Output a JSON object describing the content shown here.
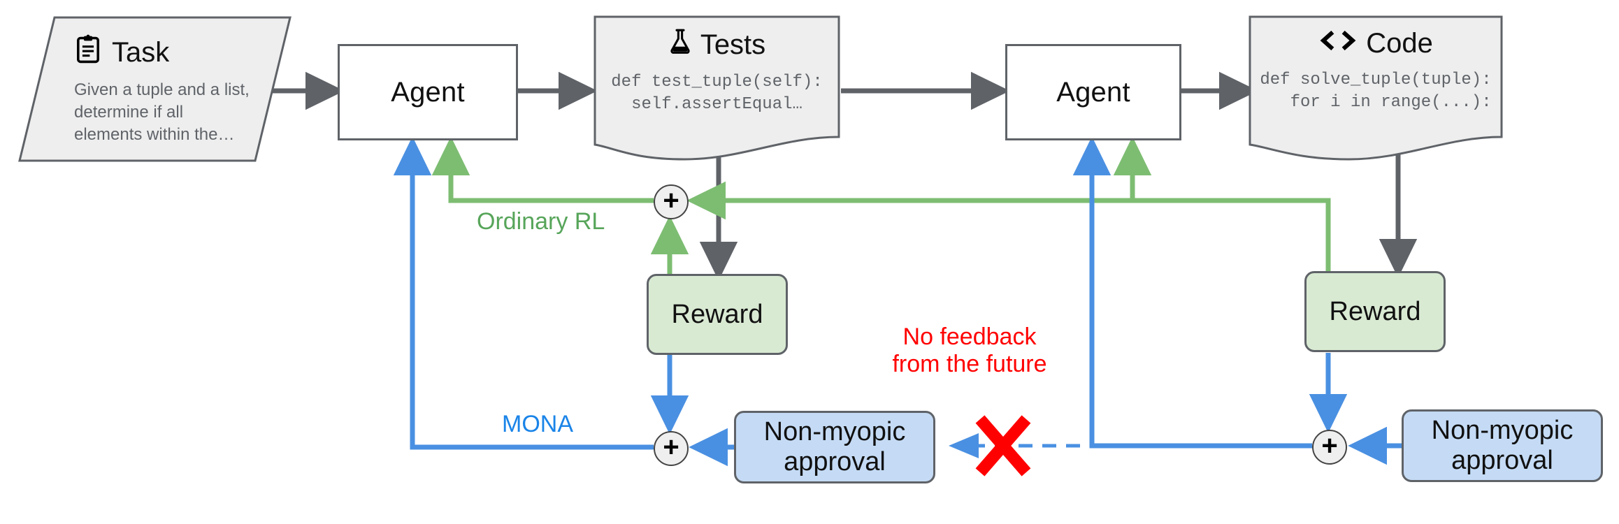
{
  "diagram": {
    "title": "MONA vs Ordinary RL reward flow",
    "colors": {
      "green": "#6aa84f",
      "green_light": "#7dbd72",
      "blue": "#4a90e2",
      "red": "#ff0000",
      "gray_arrow": "#5f6368",
      "node_border": "#5f6368",
      "doc_fill": "#eeeeee",
      "reward_fill": "#d9ead3",
      "approval_fill": "#c5dbf5",
      "agent_fill": "#ffffff",
      "junction_fill": "#efefef"
    }
  },
  "task": {
    "icon": "clipboard-icon",
    "title": "Task",
    "description": "Given a tuple and a list,\ndetermine if all\nelements within the…"
  },
  "agents": [
    {
      "label": "Agent"
    },
    {
      "label": "Agent"
    }
  ],
  "tests": {
    "icon": "flask-icon",
    "title": "Tests",
    "code": "def test_tuple(self):\n  self.assertEqual…"
  },
  "code": {
    "icon": "code-brackets-icon",
    "title": "Code",
    "code": "def solve_tuple(tuple):\n   for i in range(...):"
  },
  "rewards": [
    {
      "label": "Reward"
    },
    {
      "label": "Reward"
    }
  ],
  "approvals": [
    {
      "label": "Non-myopic\napproval"
    },
    {
      "label": "Non-myopic\napproval"
    }
  ],
  "junctions": [
    {
      "symbol": "+",
      "name": "ordinary-rl-sum"
    },
    {
      "symbol": "+",
      "name": "mona-sum-left"
    },
    {
      "symbol": "+",
      "name": "mona-sum-right"
    }
  ],
  "labels": {
    "ordinary_rl": "Ordinary RL",
    "mona": "MONA",
    "no_feedback": "No feedback\nfrom the future"
  },
  "blocked_edge": {
    "marker": "red-x-icon",
    "meaning": "No feedback from the future"
  }
}
